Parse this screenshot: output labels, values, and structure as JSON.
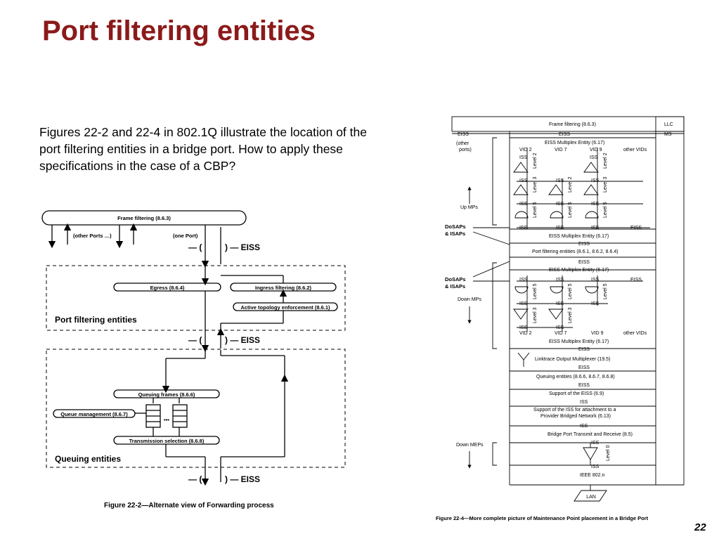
{
  "slide": {
    "title": "Port filtering entities",
    "body": "Figures 22-2 and 22-4 in 802.1Q illustrate the location of the port filtering entities in a bridge port. How to apply these specifications in the case of a CBP?",
    "page_number": "22"
  },
  "fig2": {
    "frame_filtering": "Frame filtering (8.6.3)",
    "other_ports": "(other Ports …)",
    "one_port": "(one Port)",
    "eiss_left": "— (",
    "eiss_right": ") — EISS",
    "egress": "Egress (8.6.4)",
    "ingress": "Ingress filtering (8.6.2)",
    "active_topology": "Active topology enforcement (8.6.1)",
    "port_filtering_entities": "Port filtering entities",
    "queuing_frames": "Queuing frames (8.6.6)",
    "queue_management": "Queue management (8.6.7)",
    "ellipsis": "•••",
    "transmission_selection": "Transmission selection (8.6.8)",
    "queuing_entities": "Queuing entities",
    "caption": "Figure 22-2—Alternate view of Forwarding process"
  },
  "fig4": {
    "frame_filtering": "Frame filtering (8.6.3)",
    "llc": "LLC",
    "ms": "MS",
    "eiss": "EISS",
    "iss": "ISS",
    "other_ports": "(other",
    "other_ports_2": "ports)",
    "eiss_mux_1": "EISS Multiplex Entity (6.17)",
    "vid2": "VID 2",
    "vid7": "VID 7",
    "vid9": "VID 9",
    "other_vids": "other VIDs",
    "level2": "Level 2",
    "level3": "Level 3",
    "level5": "Level 5",
    "level0": "Level 0",
    "up_mps": "Up MPs",
    "dosaps": "DoSAPs",
    "isaps": "& ISAPs",
    "eiss_mux_2": "EISS Multiplex Entity (6.17)",
    "port_filtering": "Port filtering entities (8.6.1, 8.6.2, 8.6.4)",
    "eiss_mux_3": "EISS Multiplex Entity (6.17)",
    "down_mps": "Down MPs",
    "eiss_mux_4": "EISS Multiplex Entity (6.17)",
    "linktrace": "Linktrace Output Multiplexer (19.5)",
    "queuing": "Queuing entities (8.6.6, 8.6.7, 8.6.8)",
    "support_eiss": "Support of the EISS (6.9)",
    "support_iss_1": "Support of the ISS for attachment to a",
    "support_iss_2": "Provider Bridged Network (6.13)",
    "bridge_port": "Bridge Port Transmit and Receive (8.5)",
    "down_meps": "Down MEPs",
    "ieee": "IEEE 802.n",
    "lan": "LAN",
    "caption": "Figure 22-4—More complete picture of Maintenance Point placement in a Bridge Port"
  },
  "colors": {
    "title": "#8b1a1a",
    "text": "#000000",
    "background": "#ffffff"
  }
}
